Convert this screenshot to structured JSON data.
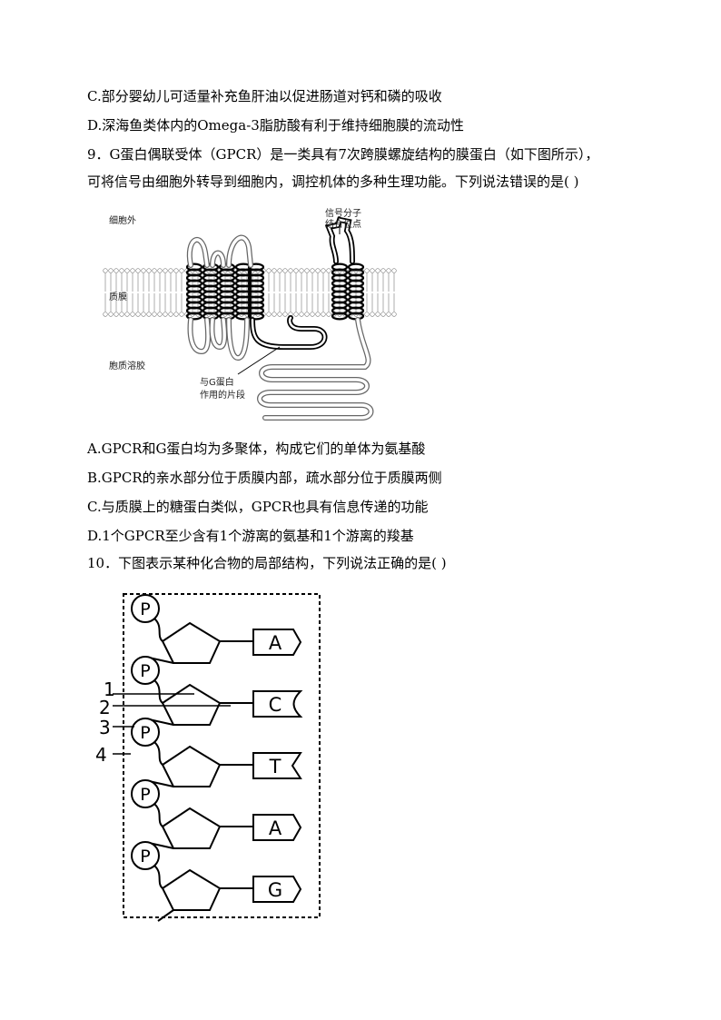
{
  "lines": {
    "opt8c": "C.部分婴幼儿可适量补充鱼肝油以促进肠道对钙和磷的吸收",
    "opt8d": "D.深海鱼类体内的Omega-3脂肪酸有利于维持细胞膜的流动性",
    "q9_line1": "9．G蛋白偶联受体（GPCR）是一类具有7次跨膜螺旋结构的膜蛋白（如下图所示），",
    "q9_line2": "可将信号由细胞外转导到细胞内，调控机体的多种生理功能。下列说法错误的是(  )",
    "q9a": "A.GPCR和G蛋白均为多聚体，构成它们的单体为氨基酸",
    "q9b": "B.GPCR的亲水部分位于质膜内部，疏水部分位于质膜两侧",
    "q9c": "C.与质膜上的糖蛋白类似，GPCR也具有信息传递的功能",
    "q9d": "D.1个GPCR至少含有1个游离的氨基和1个游离的羧基",
    "q10": "10．下图表示某种化合物的局部结构，下列说法正确的是(  )"
  },
  "figure1": {
    "outside": "细胞外",
    "membrane": "质膜",
    "cytosol": "胞质溶胶",
    "binding_site_1": "信号分子",
    "binding_site_2": "结合位点",
    "g_segment_1": "与G蛋白",
    "g_segment_2": "作用的片段"
  },
  "figure2": {
    "phosphate": "P",
    "bases": [
      "A",
      "C",
      "T",
      "A",
      "G"
    ],
    "markers": [
      "1",
      "2",
      "3",
      "4"
    ]
  }
}
